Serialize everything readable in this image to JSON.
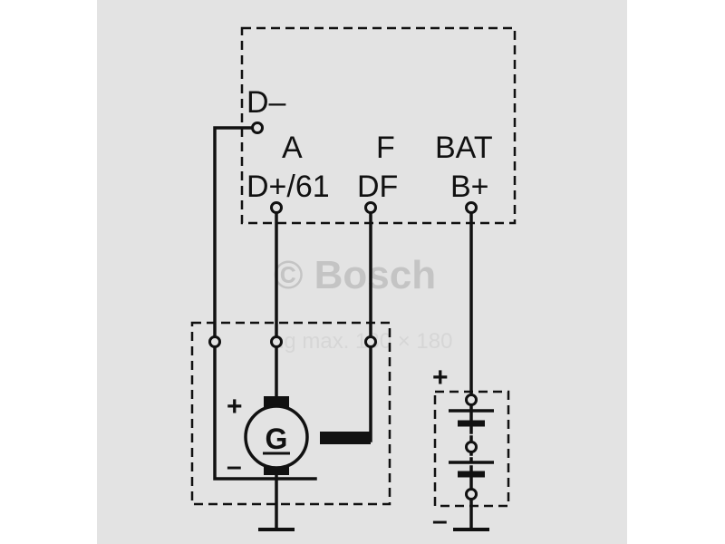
{
  "regulator": {
    "terminal_dminus": "D–",
    "terminal_a": "A",
    "terminal_dplus61": "D+/61",
    "terminal_f": "F",
    "terminal_df": "DF",
    "terminal_bat": "BAT",
    "terminal_bplus": "B+"
  },
  "generator": {
    "symbol": "G",
    "plus_sign": "+",
    "minus_sign": "–"
  },
  "battery": {
    "plus_sign": "+",
    "minus_sign": "–"
  },
  "watermark": {
    "text": "© Bosch",
    "ghost_text": "ng max. 130 × 180"
  },
  "colors": {
    "background": "#e3e3e3",
    "ink": "#111111",
    "watermark": "#c4c4c4"
  }
}
